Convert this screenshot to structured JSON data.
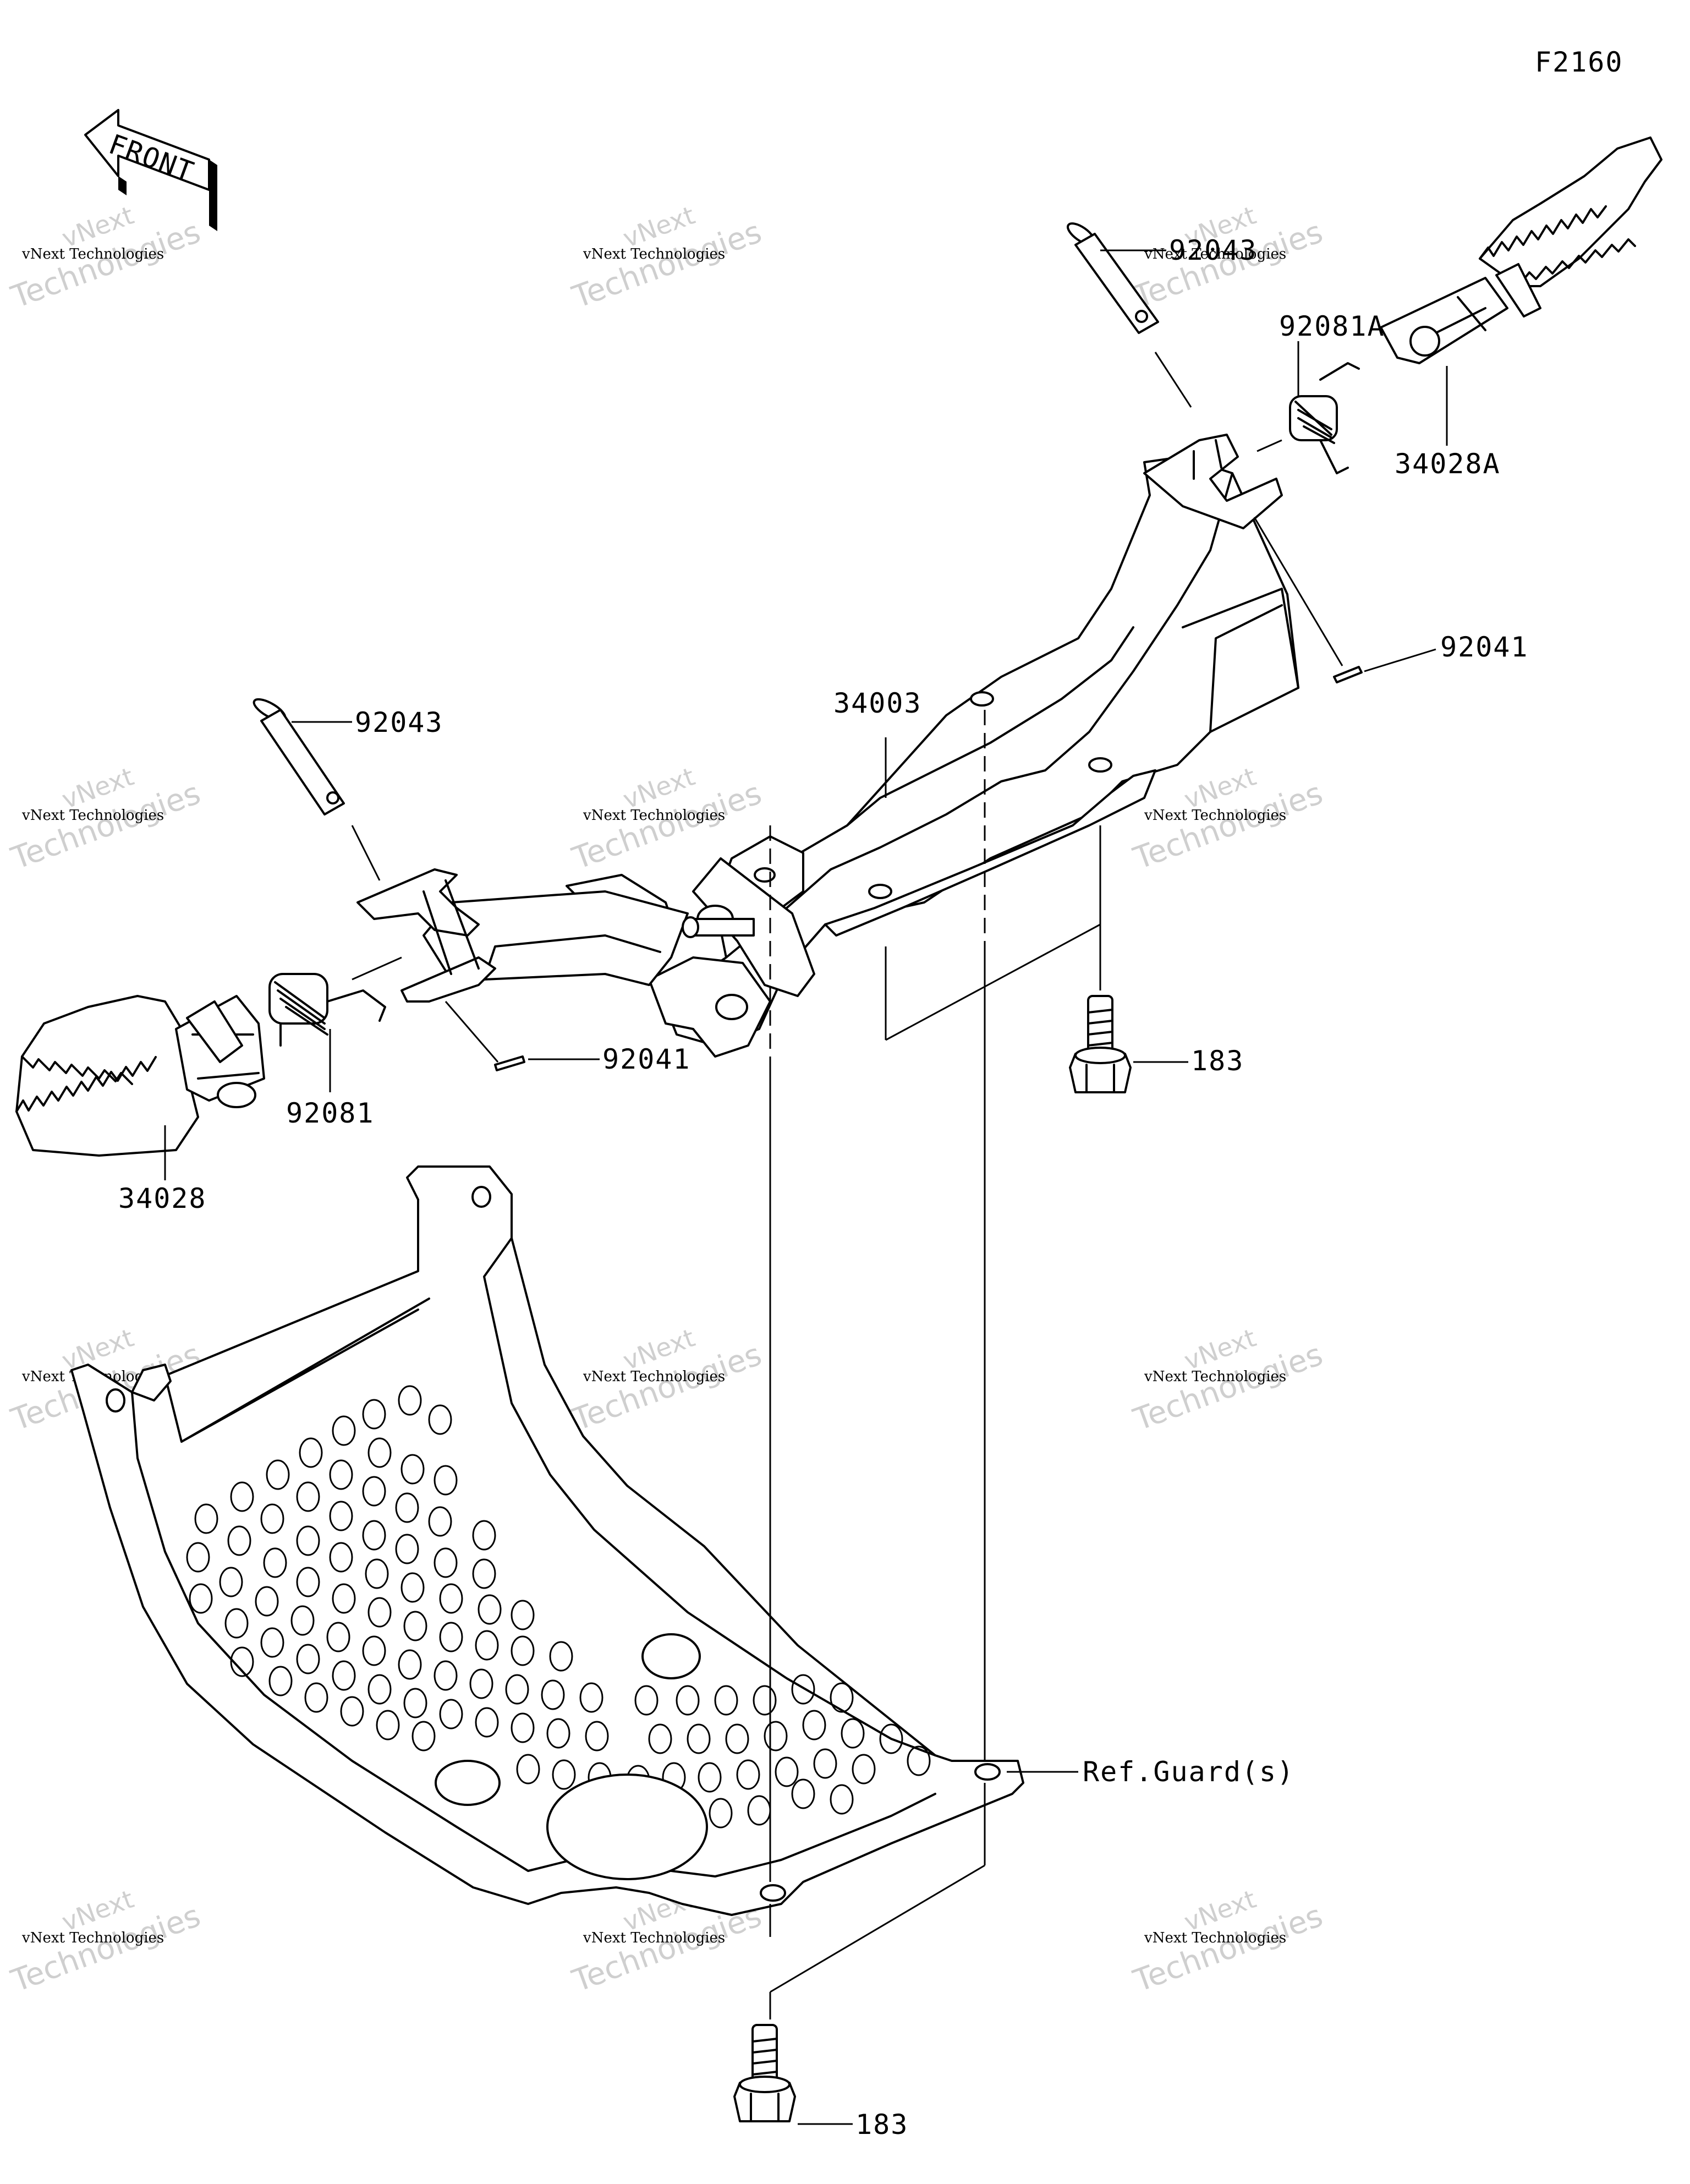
{
  "diagram_code": "F2160",
  "front_arrow": {
    "text": "FRONT",
    "icon": "front-direction-arrow-icon"
  },
  "watermark": {
    "line1": "vNext Technologies",
    "line2": "Technologies",
    "line3": "vNext"
  },
  "callouts": {
    "p92043_right": "92043",
    "p92081A": "92081A",
    "p34028A": "34028A",
    "p92041_right": "92041",
    "p34003": "34003",
    "p92043_left": "92043",
    "p183_upper": "183",
    "p92041_left": "92041",
    "p92081": "92081",
    "p34028": "34028",
    "ref_guard": "Ref.Guard(s)",
    "p183_lower": "183"
  }
}
